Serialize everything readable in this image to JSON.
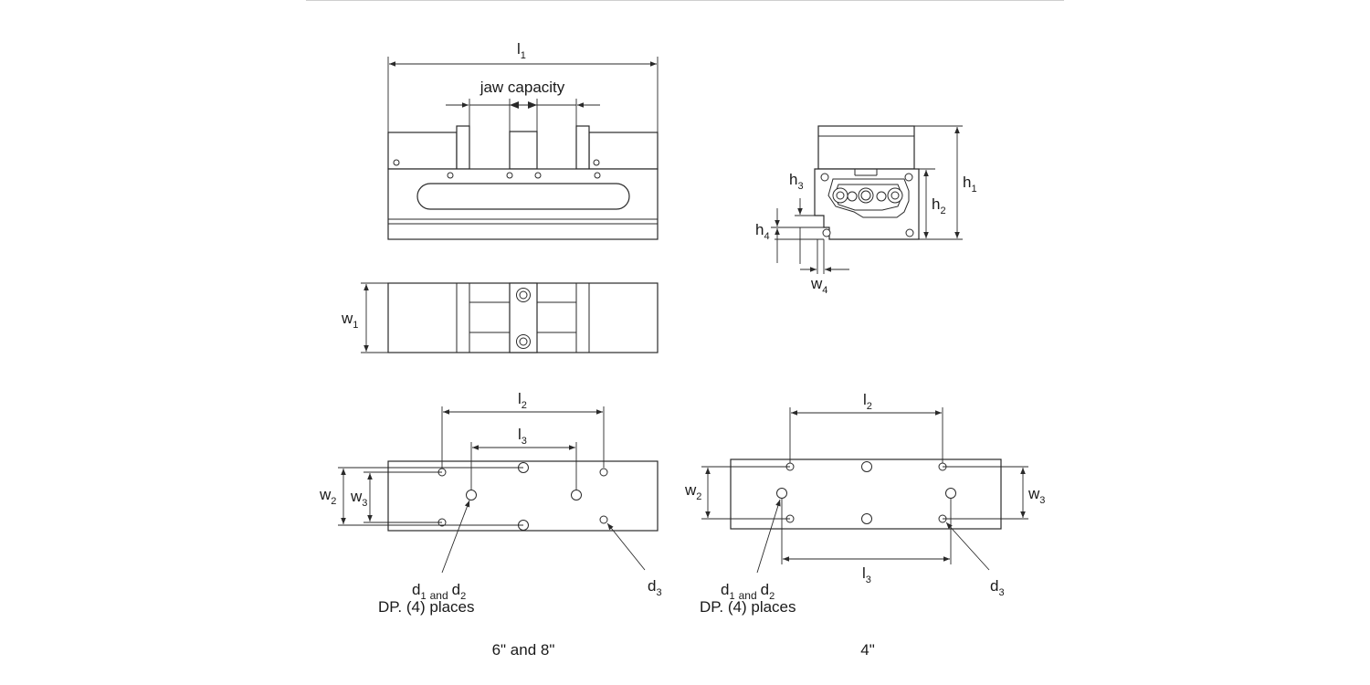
{
  "labels": {
    "l1": {
      "main": "l",
      "sub": "1"
    },
    "jaw_capacity": "jaw capacity",
    "w1": {
      "main": "w",
      "sub": "1"
    },
    "h1": {
      "main": "h",
      "sub": "1"
    },
    "h2": {
      "main": "h",
      "sub": "2"
    },
    "h3": {
      "main": "h",
      "sub": "3"
    },
    "h4": {
      "main": "h",
      "sub": "4"
    },
    "w4": {
      "main": "w",
      "sub": "4"
    },
    "left_bottom": {
      "l2": {
        "main": "l",
        "sub": "2"
      },
      "l3": {
        "main": "l",
        "sub": "3"
      },
      "w2": {
        "main": "w",
        "sub": "2"
      },
      "w3": {
        "main": "w",
        "sub": "3"
      },
      "d1": {
        "main": "d",
        "sub": "1"
      },
      "and": "and",
      "d2": {
        "main": "d",
        "sub": "2"
      },
      "dp_places": "DP. (4) places",
      "d3": {
        "main": "d",
        "sub": "3"
      },
      "caption": "6\" and 8\""
    },
    "right_bottom": {
      "l2": {
        "main": "l",
        "sub": "2"
      },
      "l3": {
        "main": "l",
        "sub": "3"
      },
      "w2": {
        "main": "w",
        "sub": "2"
      },
      "w3": {
        "main": "w",
        "sub": "3"
      },
      "d1": {
        "main": "d",
        "sub": "1"
      },
      "and": "and",
      "d2": {
        "main": "d",
        "sub": "2"
      },
      "dp_places": "DP. (4) places",
      "d3": {
        "main": "d",
        "sub": "3"
      },
      "caption": "4\""
    }
  }
}
